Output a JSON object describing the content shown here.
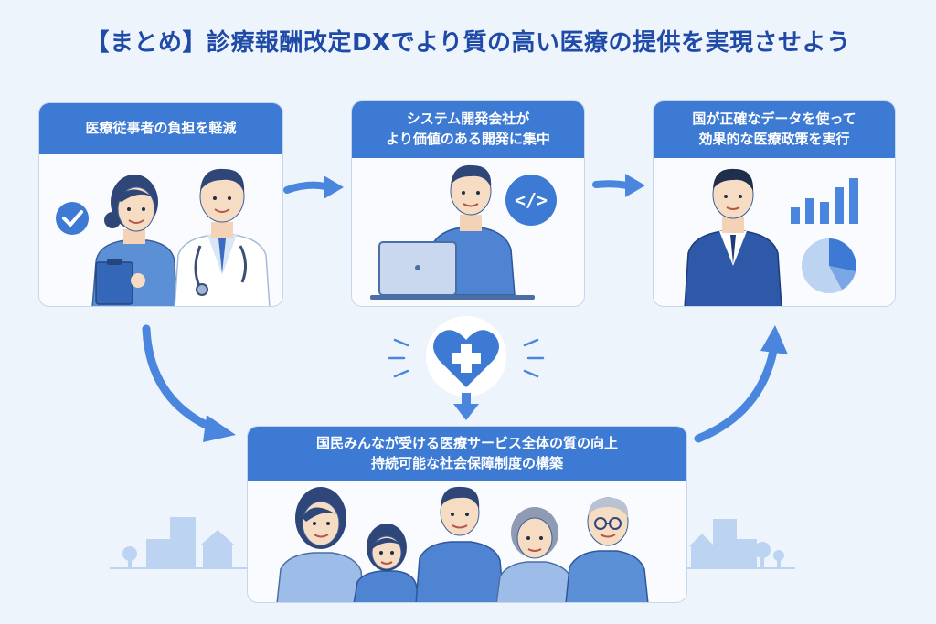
{
  "title": "【まとめ】診療報酬改定DXでより質の高い医療の提供を実現させよう",
  "cards": {
    "staff": {
      "lines": [
        "医療従事者の負担を軽減"
      ]
    },
    "vendor": {
      "lines": [
        "システム開発会社が",
        "より価値のある開発に集中"
      ]
    },
    "government": {
      "lines": [
        "国が正確なデータを使って",
        "効果的な医療政策を実行"
      ]
    },
    "public": {
      "lines": [
        "国民みんなが受ける医療サービス全体の質の向上",
        "持続可能な社会保障制度の構築"
      ]
    }
  },
  "icons": {
    "check": "check-icon",
    "code": "code-icon",
    "heart": "heart-plus-icon",
    "bar": "bar-chart-icon",
    "pie": "pie-chart-icon"
  },
  "code_symbol": "</>",
  "colors": {
    "primary": "#3d7ad4",
    "title": "#1f4aa8",
    "arrow": "#4a86dd",
    "light": "#bcd3f2",
    "background": "#eef4fc"
  }
}
